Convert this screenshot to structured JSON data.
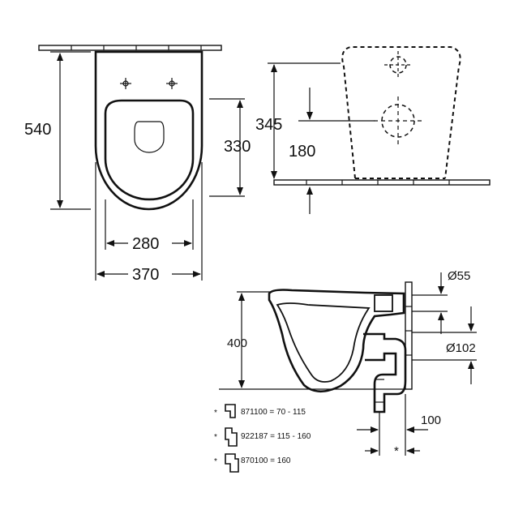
{
  "top_view": {
    "width_overall": "370",
    "width_seat": "280",
    "depth_overall": "540",
    "depth_bowl": "330"
  },
  "rear_view": {
    "height_total": "345",
    "height_fixing": "180"
  },
  "side_view": {
    "height_rim": "400",
    "inlet_diameter": "Ø55",
    "outlet_diameter": "Ø102",
    "outlet_offset": "100",
    "asterisk": "*"
  },
  "connectors": [
    {
      "mark": "*",
      "text": "871100 = 70 - 115"
    },
    {
      "mark": "*",
      "text": "922187 = 115 - 160"
    },
    {
      "mark": "*",
      "text": "870100 = 160"
    }
  ]
}
